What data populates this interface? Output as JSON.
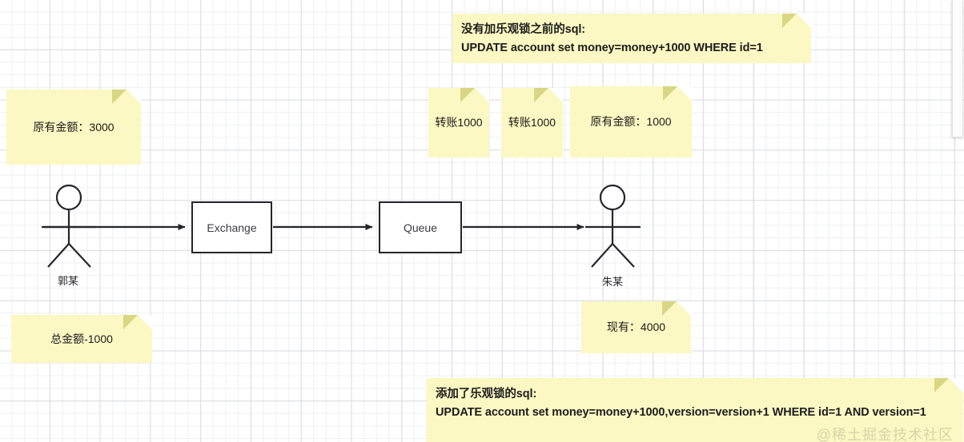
{
  "canvas": {
    "grid": "graph-paper",
    "background_color": "#ffffff",
    "grid_minor_color": "#eef0f3",
    "grid_major_color": "#dcdde2"
  },
  "notes": {
    "color": "#fbf8c3",
    "fold_color": "#d9d684",
    "original_3000": "原有金额：3000",
    "total_minus_1000": "总金额-1000",
    "no_lock_sql": "没有加乐观锁之前的sql:\nUPDATE account set money=money+1000 WHERE id=1",
    "transfer_1": "转账1000",
    "transfer_2": "转账1000",
    "original_1000": "原有金额：1000",
    "current_4000": "现有：4000",
    "with_lock_sql": "添加了乐观锁的sql:\nUPDATE account set money=money+1000,version=version+1 WHERE id=1 AND version=1"
  },
  "diagram": {
    "actor_left_label": "郭某",
    "actor_right_label": "朱某",
    "exchange_label": "Exchange",
    "queue_label": "Queue",
    "stroke_color": "#26262a"
  },
  "watermark": {
    "text": "@稀土掘金技术社区",
    "color": "#d8d5a8"
  }
}
